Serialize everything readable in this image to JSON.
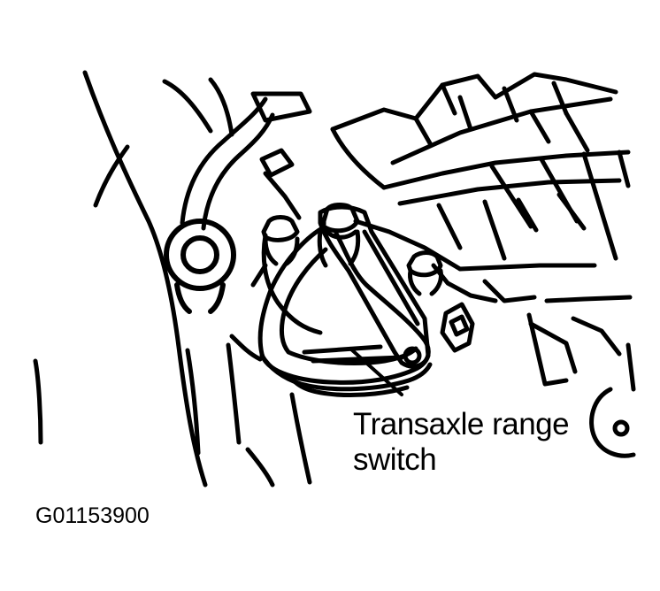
{
  "callout": {
    "line1": "Transaxle range",
    "line2": "switch"
  },
  "figure_id": "G01153900",
  "colors": {
    "ink": "#000000",
    "paper": "#ffffff"
  }
}
